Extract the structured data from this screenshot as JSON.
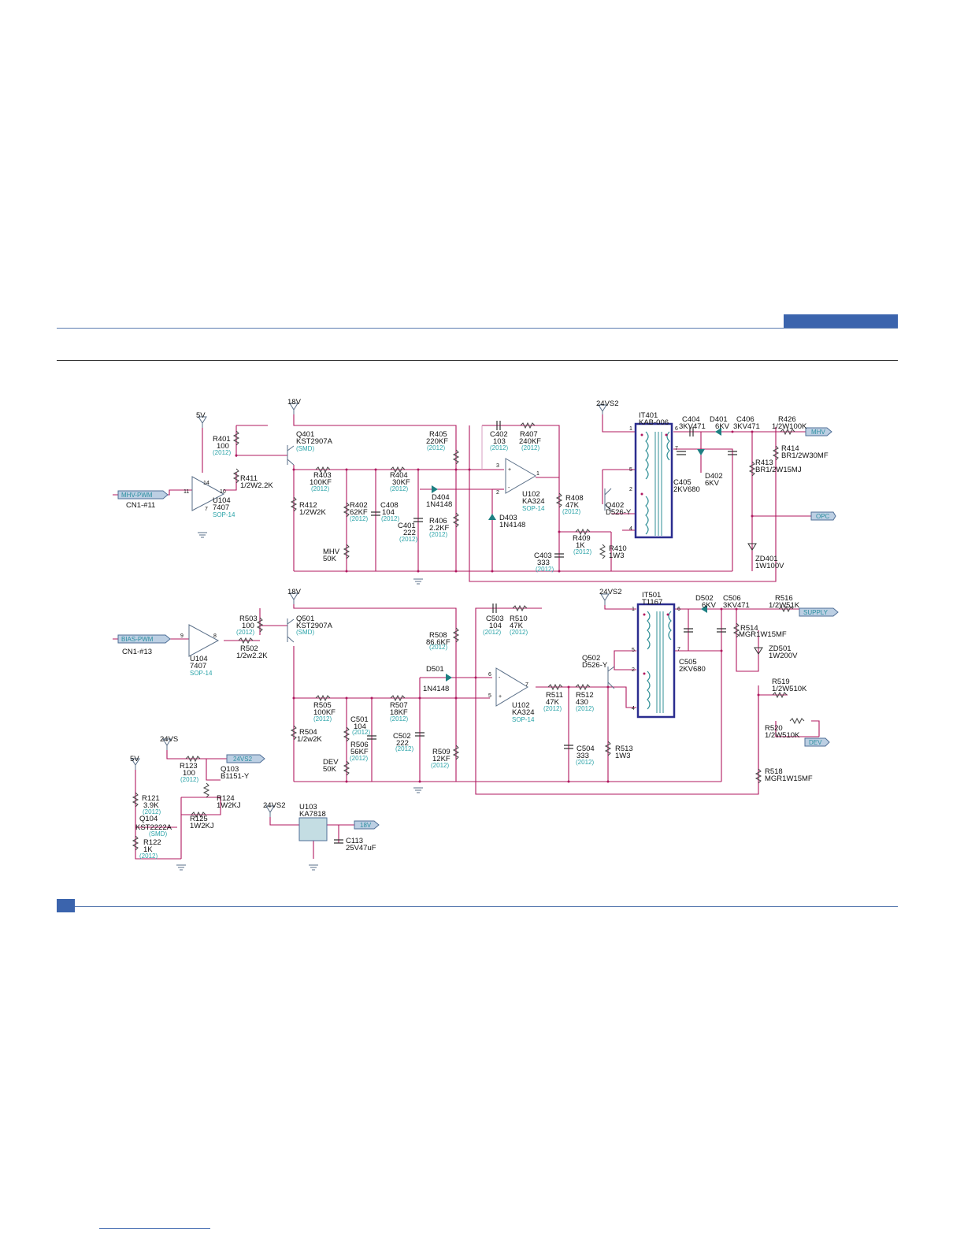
{
  "labels": {
    "v5": "5V",
    "v18": "18V",
    "v24": "24VS2",
    "r401": "R401",
    "r401v": "100",
    "r401p": "(2012)",
    "q401": "Q401",
    "q401v": "KST2907A",
    "q401p": "(SMD)",
    "r411": "R411",
    "r411v": "1/2W2.2K",
    "u104a": "U104",
    "u104av": "7407",
    "u104ap": "SOP-14",
    "cn11": "CN1-#11",
    "r403": "R403",
    "r403v": "100KF",
    "r403p": "(2012)",
    "r404": "R404",
    "r404v": "30KF",
    "r404p": "(2012)",
    "r405": "R405",
    "r405v": "220KF",
    "r405p": "(2012)",
    "c402": "C402",
    "c402v": "103",
    "c402p": "(2012)",
    "r407": "R407",
    "r407v": "240KF",
    "r407p": "(2012)",
    "r412": "R412",
    "r412v": "1/2W2K",
    "r402": "R402",
    "r402v": "62KF",
    "r402p": "(2012)",
    "c408": "C408",
    "c408v": "104",
    "c408p": "(2012)",
    "c401": "C401",
    "c401v": "222",
    "c401p": "(2012)",
    "d404": "D404",
    "d404v": "1N4148",
    "r406": "R406",
    "r406v": "2.2KF",
    "r406p": "(2012)",
    "d403": "D403",
    "d403v": "1N4148",
    "u102a": "U102",
    "u102av": "KA324",
    "u102ap": "SOP-14",
    "r408": "R408",
    "r408v": "47K",
    "r408p": "(2012)",
    "r409": "R409",
    "r409v": "1K",
    "r409p": "(2012)",
    "r410": "R410",
    "r410v": "1W3",
    "c403": "C403",
    "c403v": "333",
    "c403p": "(2012)",
    "mhv": "MHV",
    "mhvv": "50K",
    "q402": "Q402",
    "q402v": "D526-Y",
    "it401": "IT401",
    "it401v": "KAB-006",
    "c404": "C404",
    "c404v": "3KV471",
    "d401": "D401",
    "d401v": "6KV",
    "c406": "C406",
    "c406v": "3KV471",
    "r426": "R426",
    "r426v": "1/2W100K",
    "r414": "R414",
    "r414v": "BR1/2W30MF",
    "r413": "R413",
    "r413v": "BR1/2W15MJ",
    "d402": "D402",
    "d402v": "6KV",
    "c405": "C405",
    "c405v": "2KV680",
    "zd401": "ZD401",
    "zd401v": "1W100V",
    "r503": "R503",
    "r503v": "100",
    "r503p": "(2012)",
    "q501": "Q501",
    "q501v": "KST2907A",
    "q501p": "(SMD)",
    "r502": "R502",
    "r502v": "1/2w2.2K",
    "u104b": "U104",
    "u104bv": "7407",
    "u104bp": "SOP-14",
    "cn13": "CN1-#13",
    "c503": "C503",
    "c503v": "104",
    "c503p": "(2012)",
    "r510": "R510",
    "r510v": "47K",
    "r510p": "(2012)",
    "r508": "R508",
    "r508v": "86.6KF",
    "r508p": "(2012)",
    "d501": "D501",
    "d501v": "1N4148",
    "r505": "R505",
    "r505v": "100KF",
    "r505p": "(2012)",
    "r507": "R507",
    "r507v": "18KF",
    "r507p": "(2012)",
    "c501": "C501",
    "c501v": "104",
    "c501p": "(2012)",
    "r506": "R506",
    "r506v": "56KF",
    "r506p": "(2012)",
    "c502": "C502",
    "c502v": "222",
    "c502p": "(2012)",
    "r509": "R509",
    "r509v": "12KF",
    "r509p": "(2012)",
    "r504": "R504",
    "r504v": "1/2w2K",
    "dev": "DEV",
    "devv": "50K",
    "u102b": "U102",
    "u102bv": "KA324",
    "u102bp": "SOP-14",
    "r511": "R511",
    "r511v": "47K",
    "r511p": "(2012)",
    "r512": "R512",
    "r512v": "430",
    "r512p": "(2012)",
    "c504": "C504",
    "c504v": "333",
    "c504p": "(2012)",
    "r513": "R513",
    "r513v": "1W3",
    "q502": "Q502",
    "q502v": "D526-Y",
    "it501": "IT501",
    "it501v": "T1167",
    "d502": "D502",
    "d502v": "6KV",
    "c506": "C506",
    "c506v": "3KV471",
    "r516": "R516",
    "r516v": "1/2W51K",
    "r514": "R514",
    "r514v": "MGR1W15MF",
    "c505": "C505",
    "c505v": "2KV680",
    "zd501": "ZD501",
    "zd501v": "1W200V",
    "r519": "R519",
    "r519v": "1/2W510K",
    "r520": "R520",
    "r520v": "1/2W510K",
    "r518": "R518",
    "r518v": "MGR1W15MF",
    "v24b": "24VS",
    "v5b": "5V",
    "r123": "R123",
    "r123v": "100",
    "r123p": "(2012)",
    "q103": "Q103",
    "q103v": "B1151-Y",
    "r121": "R121",
    "r121v": "3.9K",
    "r121p": "(2012)",
    "r124": "R124",
    "r124v": "1W2KJ",
    "r125": "R125",
    "r125v": "1W2KJ",
    "q104": "Q104",
    "q104v": "KST2222A",
    "q104p": "(SMD)",
    "r122": "R122",
    "r122v": "1K",
    "r122p": "(2012)",
    "u103": "U103",
    "u103v": "KA7818",
    "c113": "C113",
    "c113v": "25V47uF"
  },
  "tags": {
    "mhvpwm": "MHV-PWM",
    "biaspwm": "BIAS-PWM",
    "mhv": "MHV",
    "opc": "OPC",
    "supply": "SUPPLY",
    "dev": "DEV",
    "vs2": "24VS2",
    "v18": "18V"
  },
  "pins": {
    "p14": "14",
    "p11": "11",
    "p10": "10",
    "p7": "7",
    "p3": "3",
    "p2": "2",
    "p1": "1",
    "p9": "9",
    "p8": "8",
    "p6": "6",
    "p5": "5",
    "p7b": "7",
    "t1": "1",
    "t6": "6",
    "t5": "5",
    "t7": "7",
    "t2": "2",
    "t4": "4",
    "u1": "1",
    "u6": "6",
    "u5": "5",
    "u7": "7",
    "u2": "2",
    "u4": "4",
    "plus": "+",
    "minus": "-"
  }
}
